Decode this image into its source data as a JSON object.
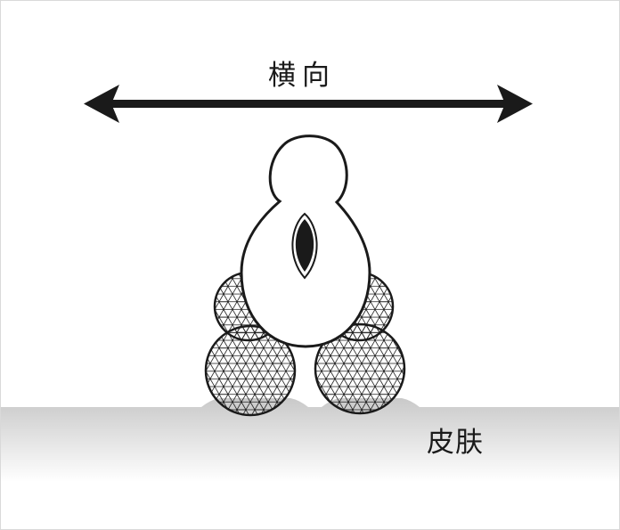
{
  "labels": {
    "direction": "横向",
    "skin": "皮肤"
  },
  "colors": {
    "line": "#1a1a1a",
    "fill": "#ffffff",
    "skin_top": "#c9c9c9",
    "skin_bottom": "#ffffff"
  },
  "icons": {
    "arrow": "double-headed-horizontal-arrow",
    "structure": "hair-follicle-with-sebaceous-glands"
  }
}
